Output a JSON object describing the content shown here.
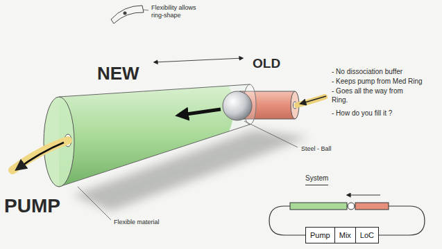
{
  "diagram": {
    "nodes": [
      {
        "text": [
          "Pump"
        ]
      },
      {
        "text": [
          "Mix"
        ]
      },
      {
        "text": [
          "LoC"
        ]
      }
    ],
    "labels": [
      "Flexibility allows ring-shape",
      "NEW",
      "OLD",
      "- No dissociation buffer",
      "- Keeps pump from Med Ring",
      "- Goes all the way from Ring.",
      "- How do you fill it ?",
      "Steel - Ball",
      "PUMP",
      "Flexible material",
      "System"
    ]
  }
}
